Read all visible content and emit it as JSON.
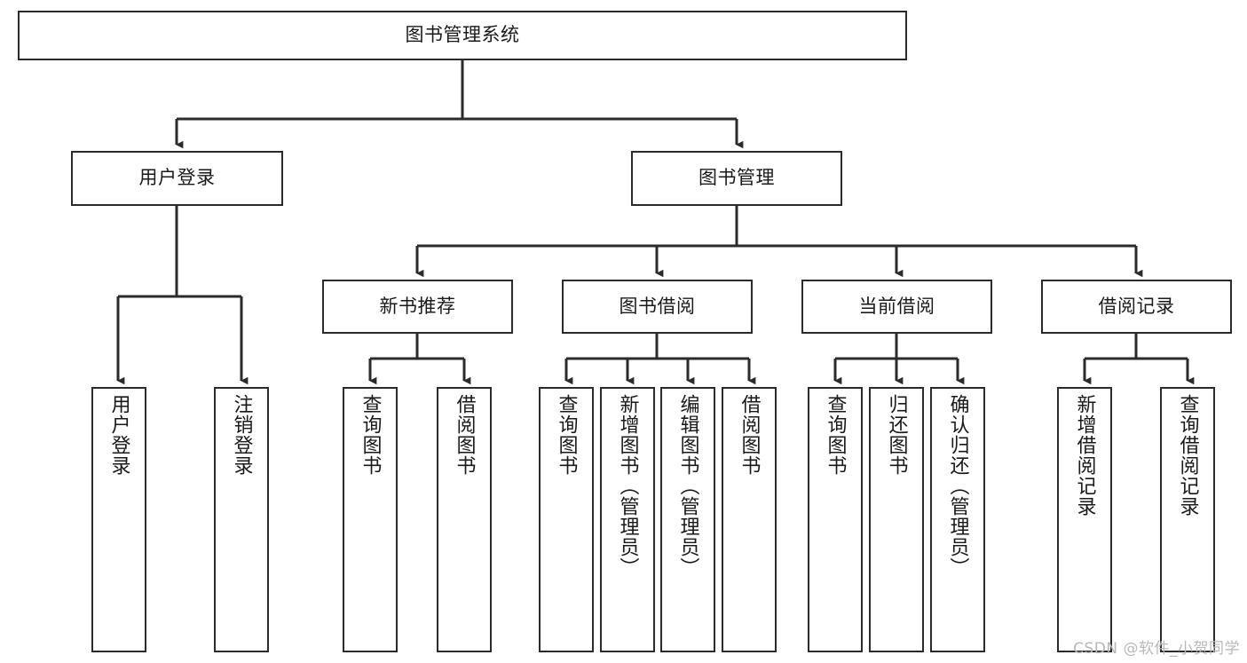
{
  "diagram": {
    "title": "图书管理系统",
    "watermark": "CSDN @软件_小贺同学",
    "line_color": "#2b2b2b",
    "box_fill": "#ffffff",
    "text_color": "#1a1a1a",
    "nodes": {
      "root": {
        "label": "图书管理系统"
      },
      "level1": [
        {
          "id": "user-login",
          "label": "用户登录"
        },
        {
          "id": "book-manage",
          "label": "图书管理"
        }
      ],
      "level2": [
        {
          "id": "new-book-recommend",
          "label": "新书推荐"
        },
        {
          "id": "book-borrow",
          "label": "图书借阅"
        },
        {
          "id": "current-borrow",
          "label": "当前借阅"
        },
        {
          "id": "borrow-record",
          "label": "借阅记录"
        }
      ],
      "leaves": {
        "user-login": [
          {
            "id": "leaf-user-login",
            "label": "用户登录"
          },
          {
            "id": "leaf-user-logout",
            "label": "注销登录"
          }
        ],
        "new-book-recommend": [
          {
            "id": "leaf-query-book-1",
            "label": "查询图书"
          },
          {
            "id": "leaf-borrow-book-1",
            "label": "借阅图书"
          }
        ],
        "book-borrow": [
          {
            "id": "leaf-query-book-2",
            "label": "查询图书"
          },
          {
            "id": "leaf-add-book",
            "label": "新增图书（管理员）"
          },
          {
            "id": "leaf-edit-book",
            "label": "编辑图书（管理员）"
          },
          {
            "id": "leaf-borrow-book-2",
            "label": "借阅图书"
          }
        ],
        "current-borrow": [
          {
            "id": "leaf-query-book-3",
            "label": "查询图书"
          },
          {
            "id": "leaf-return-book",
            "label": "归还图书"
          },
          {
            "id": "leaf-confirm-return",
            "label": "确认归还（管理员）"
          }
        ],
        "borrow-record": [
          {
            "id": "leaf-add-record",
            "label": "新增借阅记录"
          },
          {
            "id": "leaf-query-record",
            "label": "查询借阅记录"
          }
        ]
      }
    }
  }
}
